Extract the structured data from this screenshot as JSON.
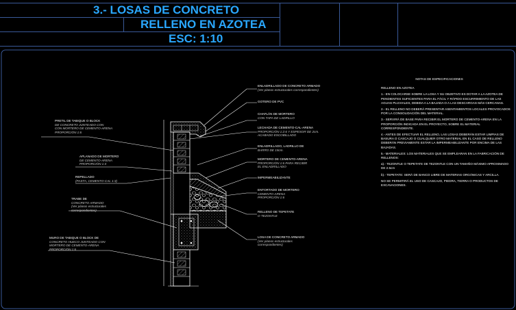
{
  "header": {
    "title": "3.- LOSAS DE CONCRETO",
    "subtitle": "RELLENO EN AZOTEA",
    "scale": "ESC: 1:10"
  },
  "colors": {
    "title_blue": "#2aa8ff",
    "frame": "#3a5a9a",
    "background": "#000000",
    "line_white": "#ffffff"
  },
  "labels_right": [
    {
      "main": "ENLADRILLADO DE CONCRETO ARMADO",
      "sub": "(Ver planos estructurales correspondientes)"
    },
    {
      "main": "GOTERO DE PVC",
      "sub": ""
    },
    {
      "main": "CHAFLÁN DE MORTERO",
      "sub": "CON TAPA DE LADRILLO"
    },
    {
      "main": "LECHADA DE CEMENTO-CAL-ARENA",
      "sub": "PROPORCIÓN 1:2:6 Y ESPESOR DE 2cm.\nACABADO ESCOBILLADO"
    },
    {
      "main": "ENLADRILLADO, LADRILLO DE",
      "sub": "BARRO DE 15cm."
    },
    {
      "main": "MORTERO DE CEMENTO-ARENA",
      "sub": "PROPORCIÓN 1:6 PARA RECIBIR\nEL ENLADRILLADO"
    },
    {
      "main": "IMPERMEABILIZANTE",
      "sub": ""
    },
    {
      "main": "ENTORTADO DE MORTERO",
      "sub": "CEMENTO-ARENA\nPROPORCIÓN 1:6"
    },
    {
      "main": "RELLENO DE TEPETATE",
      "sub": "O TEZONTLE"
    },
    {
      "main": "LOSA DE CONCRETO ARMADO",
      "sub": "(Ver planos estructurales\ncorrespondientes)"
    }
  ],
  "labels_left": [
    {
      "main": "PRETIL DE TABIQUE O BLOCK",
      "sub": "DE CONCRETO JUNTEADO CON\nCON MORTERO DE CEMENTO-ARENA\nPROPORCIÓN 1:6"
    },
    {
      "main": "APLANADO DE MORTERO",
      "sub": "DE CEMENTO-ARENA\nPROPORCIÓN 1:4"
    },
    {
      "main": "REPELLADO",
      "sub": "(PASTA, CEMENTO-CAL 1:3)"
    },
    {
      "main": "TRABE DE",
      "sub": "CONCRETO ARMADO\n(Ver planos estructurales\ncorrespondientes)"
    },
    {
      "main": "MURO DE TABIQUE O BLOCK DE",
      "sub": "CONCRETO HUECO JUNTEADO CON\nMORTERO DE CEMENTO-ARENA\nPROPORCIÓN 1:6"
    }
  ],
  "notes": {
    "title": "NOTAS DE ESPECIFICACIONES",
    "heading": "RELLENO EN AZOTEA",
    "items": [
      "1.- EN COLOCARSE SOBRE LA LOSA Y SU OBJETIVO ES DOTAR A LA AZOTEA DE PENDIENTES SUFICIENTES PARA EL FÁCIL Y RÁPIDO ESCURRIMIENTO DE LAS AGUAS PLUVIALES, DEBIDA A LA BAJADA O A LAS DESCARGAS MÁS CERCANAS.",
      "2.- EL RELLENO NO DEBERÁ PRESENTAR ASENTAMIENTOS LOCALES PROVOCADOS POR LA CONSOLIDACIÓN DEL MATERIAL.",
      "3.- SERVIRÁ DE BASE PARA RECIBIR EL MORTERO DE CEMENTO-ARENA EN LA PROPORCIÓN INDICADA EN EL PROYECTO, SOBRE EL MATERIAL CORRESPONDIENTE.",
      "4.- ANTES DE EFECTUAR EL RELLENO, LAS LOSAS DEBERÁN ESTAR LIMPIAS DE BASURA O CASCAJO O CUALQUIER OTRO MATERIAL EN EL CASO DE RELLENO DEBERÁN PREVIAMENTE ESTAR LA IMPERMEABILIZANTE POR ENCIMA DE LAS BAJADAS.",
      "5.- MATERIALES: LOS MATERIALES QUE SE EMPLEARAN EN LA FABRICACIÓN DE RELLENOS:",
      "a).- TEZONTLE O TEPETATE DE TEZONTLE CON UN TAMAÑO MÁXIMO APROXIMADO DE 2.5cm",
      "b).- TEPETATE: SERÁ DE BANCO LIBRE DE MATERIAS ORGÁNICAS Y ARCILLA.",
      "NO SE PERMITIRÁ EL USO DE CASCAJO, PIEDRA, TIERRA O PRODUCTOS DE EXCAVACIONES."
    ]
  }
}
